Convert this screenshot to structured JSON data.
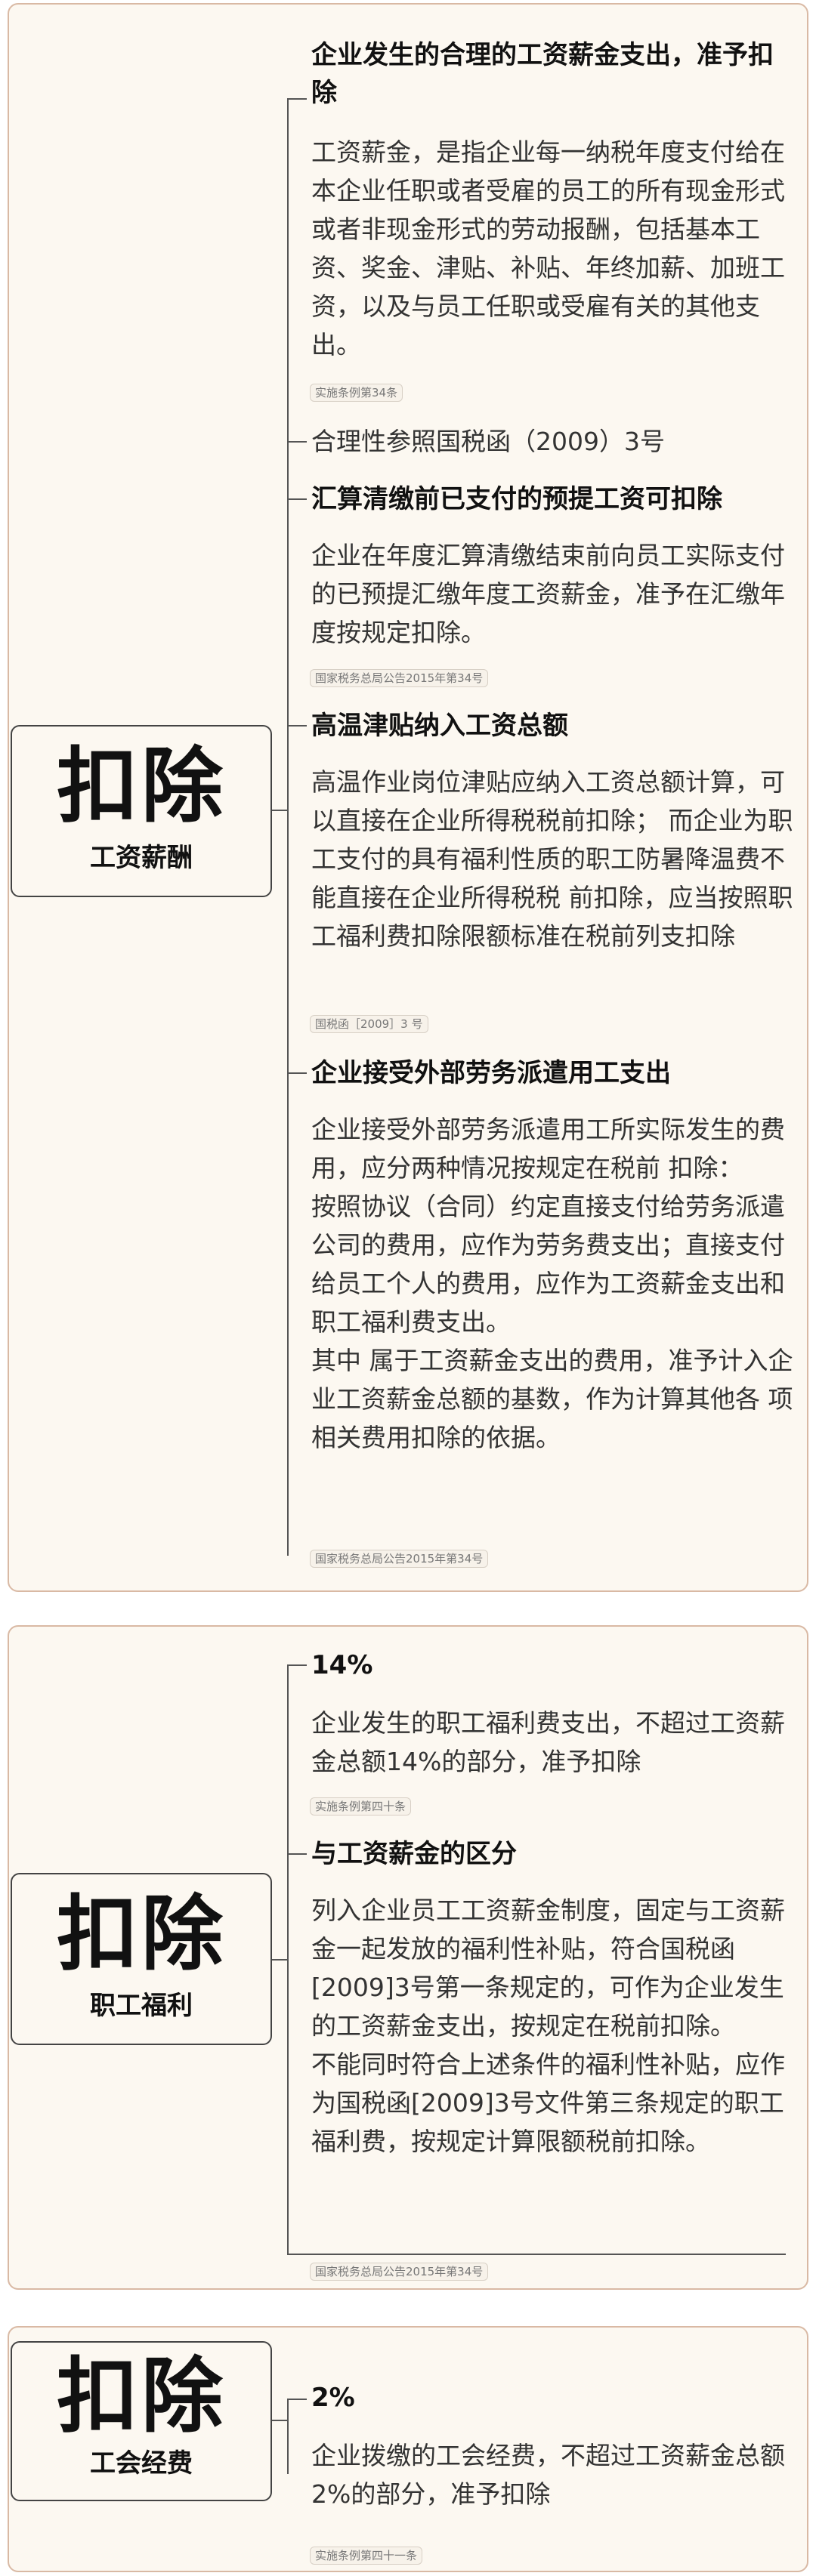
{
  "sections": [
    {
      "center_title": "扣除",
      "center_subtitle": "工资薪酬",
      "items": [
        {
          "heading": "企业发生的合理的工资薪金支出，准予扣除",
          "body": "工资薪金，是指企业每一纳税年度支付给在本企业任职或者受雇的员工的所有现金形式或者非现金形式的劳动报酬，包括基本工资、奖金、津贴、补贴、年终加薪、加班工资，以及与员工任职或受雇有关的其他支出。",
          "tag": "实施条例第34条"
        },
        {
          "plain": "合理性参照国税函（2009）3号"
        },
        {
          "heading": "汇算清缴前已支付的预提工资可扣除",
          "body": "企业在年度汇算清缴结束前向员工实际支付的已预提汇缴年度工资薪金，准予在汇缴年度按规定扣除。",
          "tag": "国家税务总局公告2015年第34号"
        },
        {
          "heading": "高温津贴纳入工资总额",
          "body": "高温作业岗位津贴应纳入工资总额计算，可以直接在企业所得税税前扣除；  而企业为职工支付的具有福利性质的职工防暑降温费不能直接在企业所得税税 前扣除，应当按照职工福利费扣除限额标准在税前列支扣除",
          "tag": "国税函［2009］3 号"
        },
        {
          "heading": "企业接受外部劳务派遣用工支出",
          "body": "企业接受外部劳务派遣用工所实际发生的费用，应分两种情况按规定在税前 扣除：\n按照协议（合同）约定直接支付给劳务派遣公司的费用，应作为劳务费支出；直接支付给员工个人的费用，应作为工资薪金支出和职工福利费支出。\n其中 属于工资薪金支出的费用，准予计入企业工资薪金总额的基数，作为计算其他各 项相关费用扣除的依据。",
          "tag": "国家税务总局公告2015年第34号"
        }
      ]
    },
    {
      "center_title": "扣除",
      "center_subtitle": "职工福利",
      "items": [
        {
          "heading": "14%",
          "body": "企业发生的职工福利费支出，不超过工资薪金总额14%的部分，准予扣除",
          "tag": "实施条例第四十条"
        },
        {
          "heading": "与工资薪金的区分",
          "body": "列入企业员工工资薪金制度，固定与工资薪金一起发放的福利性补贴，符合国税函[2009]3号第一条规定的，可作为企业发生的工资薪金支出，按规定在税前扣除。\n不能同时符合上述条件的福利性补贴，应作为国税函[2009]3号文件第三条规定的职工福利费，按规定计算限额税前扣除。",
          "tag": "国家税务总局公告2015年第34号"
        }
      ]
    },
    {
      "center_title": "扣除",
      "center_subtitle": "工会经费",
      "items": [
        {
          "heading": "2%",
          "body": "企业拨缴的工会经费，不超过工资薪金总额2%的部分，准予扣除",
          "tag": "实施条例第四十一条"
        }
      ]
    }
  ]
}
